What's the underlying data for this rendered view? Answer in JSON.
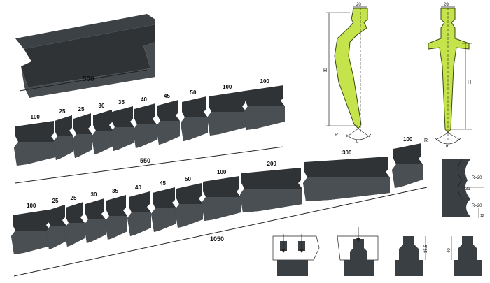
{
  "colors": {
    "tool_dark": "#2f3336",
    "tool_mid": "#4a4f53",
    "tool_light": "#6c7176",
    "punch_green": "#c5e34a",
    "line": "#222222"
  },
  "segments": {
    "long": "500",
    "set1": [
      "100",
      "25",
      "25",
      "30",
      "35",
      "40",
      "45",
      "50",
      "100",
      "100"
    ],
    "set1_total": "550",
    "set2": [
      "100",
      "25",
      "25",
      "30",
      "35",
      "40",
      "45",
      "50",
      "100",
      "200",
      "300",
      "100"
    ],
    "set2_total": "1050"
  },
  "profile_left": {
    "top": "20",
    "height": "H",
    "radius": "R",
    "angle": "α"
  },
  "profile_right": {
    "top": "20",
    "height": "H",
    "radius": "R",
    "angle": "α"
  },
  "die_section": {
    "r1": "R=20",
    "depth": "31",
    "r2": "R=20",
    "base": "12"
  },
  "small_dims": {
    "d1": "35.5",
    "d2": "40"
  }
}
